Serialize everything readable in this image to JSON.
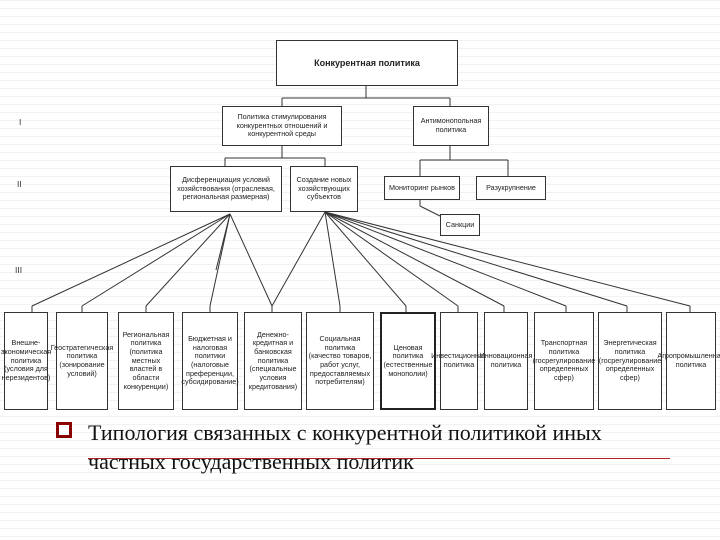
{
  "diagram": {
    "root": "Конкурентная политика",
    "levels": [
      "I",
      "II",
      "III"
    ],
    "level1": [
      "Политика стимулирования конкурентных отношений и конкурентной среды",
      "Антимонопольная политика"
    ],
    "level2": [
      "Дисференциация условий хозяйствования (отраслевая, региональная размерная)",
      "Создание новых хозяйствующих субъектов",
      "Мониторинг рынков",
      "Разукрупнение",
      "Санкции"
    ],
    "level3": [
      "Внешне-экономическая политика (условия для нерезидентов)",
      "Геостратегическая политика (зонирование условий)",
      "Региональная политика (политика местных властей в области конкуренции)",
      "Бюджетная и налоговая политики (налоговые преференции, субсидирование)",
      "Денежно-кредитная и банковская политика (специальные условия кредитования)",
      "Социальная политика (качество товаров, работ услуг, предоставляемых потребителям)",
      "Ценовая политика (естественные монополии)",
      "Инвестиционная политика",
      "Инновационная политика",
      "Транспортная политика (госрегулирование определенных сфер)",
      "Энергетическая политика (госрегулирование определенных сфер)",
      "Агропромышленная политика"
    ]
  },
  "caption": "Типология связанных с конкурентной политикой иных частных государственных политик",
  "colors": {
    "bullet": "#8b0000",
    "underline": "#b22222",
    "lines": "#333333"
  }
}
